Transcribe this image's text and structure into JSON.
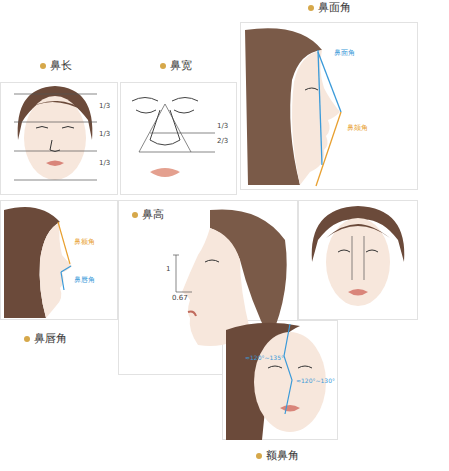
{
  "diagram": {
    "labels": [
      "鼻面角",
      "鼻长",
      "鼻宽",
      "1/3",
      "1/3",
      "1/3",
      "1/3",
      "2/3",
      "鼻面角",
      "鼻颏角",
      "鼻额角",
      "鼻唇角",
      "鼻高",
      "1",
      "0.67",
      "鼻唇角",
      "≈120°~135°",
      "≈120°~130°",
      "额鼻角"
    ]
  }
}
